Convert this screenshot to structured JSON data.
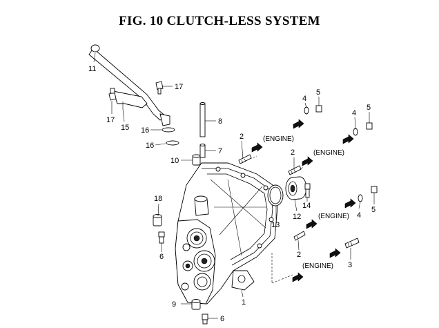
{
  "title": "FIG. 10  CLUTCH-LESS SYSTEM",
  "callouts": {
    "p1": "1",
    "p2a": "2",
    "p2b": "2",
    "p2c": "2",
    "p3": "3",
    "p4a": "4",
    "p4b": "4",
    "p4c": "4",
    "p5a": "5",
    "p5b": "5",
    "p5c": "5",
    "p6a": "6",
    "p6b": "6",
    "p7": "7",
    "p8": "8",
    "p9": "9",
    "p10": "10",
    "p11": "11",
    "p12": "12",
    "p13": "13",
    "p14": "14",
    "p15": "15",
    "p16a": "16",
    "p16b": "16",
    "p17a": "17",
    "p17b": "17",
    "p18": "18"
  },
  "engine_labels": {
    "e1": "(ENGINE)",
    "e2": "(ENGINE)",
    "e3": "(ENGINE)",
    "e4": "(ENGINE)"
  }
}
